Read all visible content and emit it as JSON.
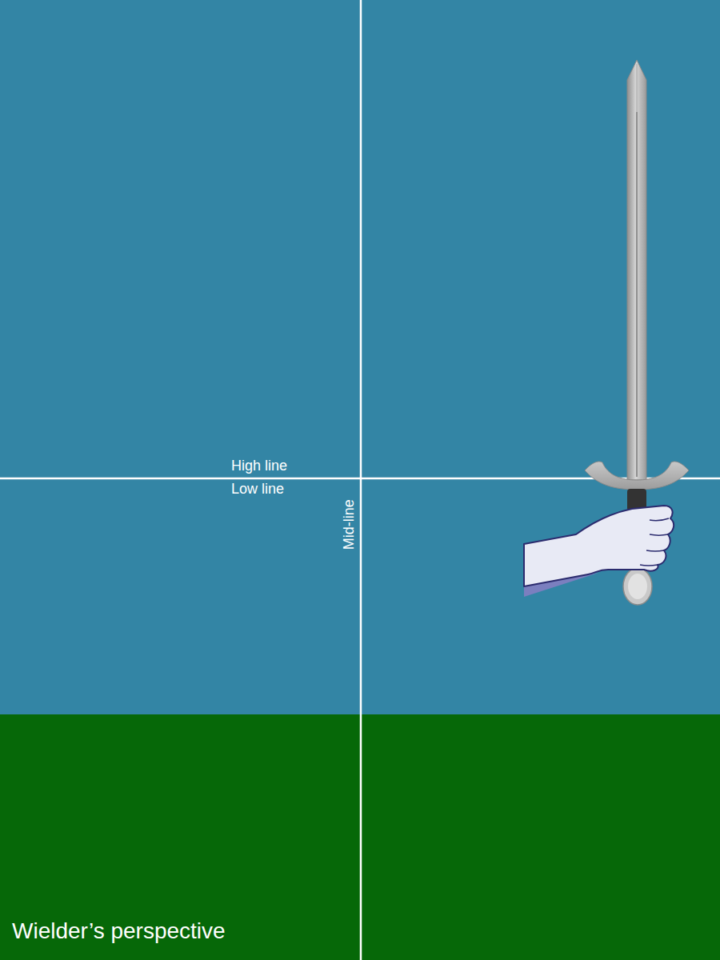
{
  "diagram": {
    "labels": [
      "High line",
      "Low line",
      "Mid-line",
      "Wielder’s perspective"
    ]
  }
}
